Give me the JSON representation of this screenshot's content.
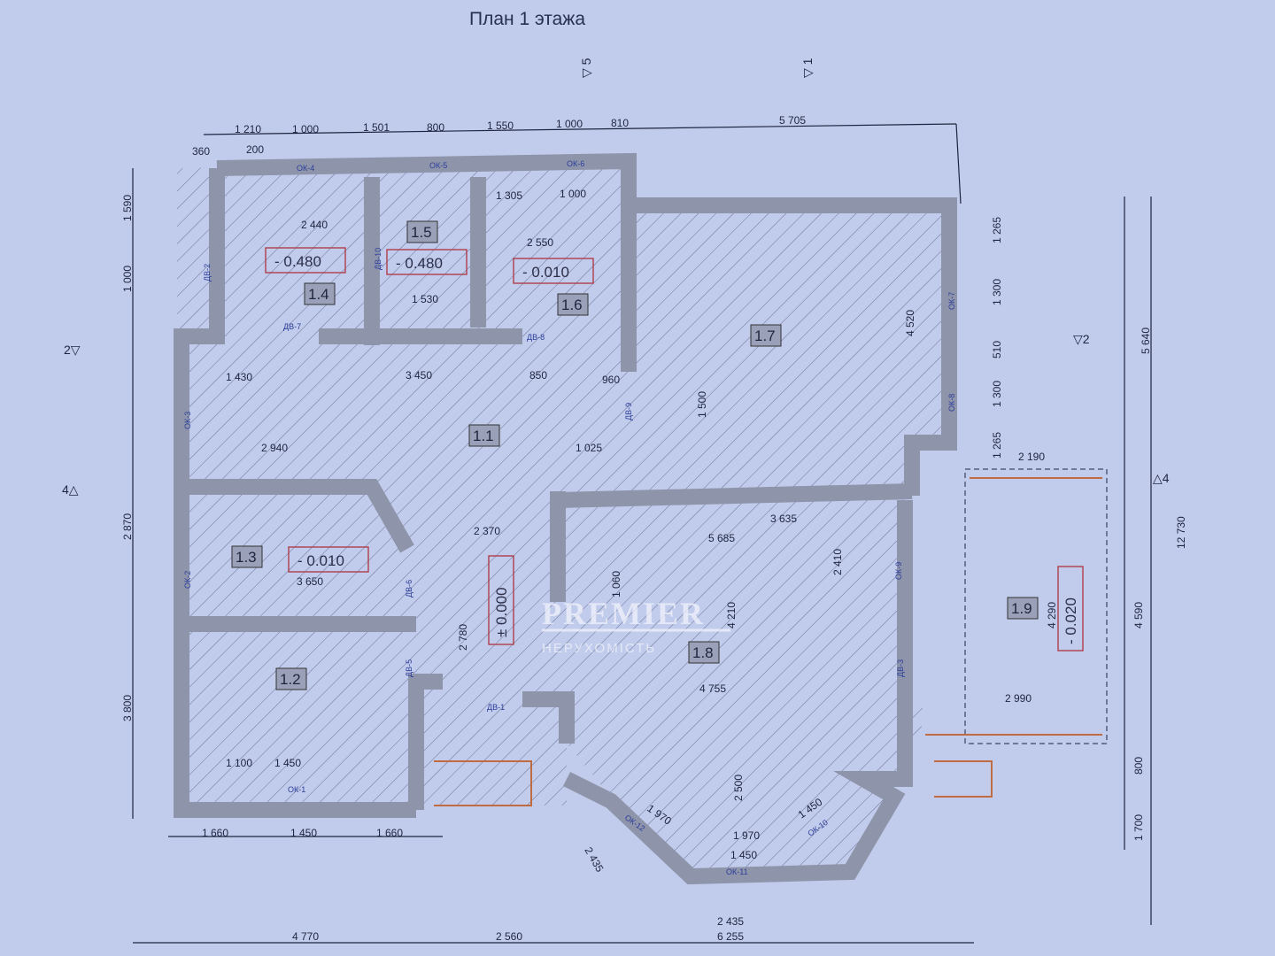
{
  "title": "План 1 этажа",
  "axis_markers": [
    "5",
    "1",
    "2",
    "2",
    "4",
    "4"
  ],
  "rooms": [
    "1.1",
    "1.2",
    "1.3",
    "1.4",
    "1.5",
    "1.6",
    "1.7",
    "1.8",
    "1.9"
  ],
  "levels": [
    "- 0.480",
    "- 0.480",
    "- 0.010",
    "- 0.010",
    "± 0.000",
    "- 0.020"
  ],
  "dims_top": [
    "1 210",
    "1 000",
    "1 501",
    "800",
    "1 550",
    "1 000",
    "810",
    "5 705",
    "360",
    "200"
  ],
  "dims_left": [
    "1 590",
    "1 000",
    "2 870",
    "3 800"
  ],
  "dims_right": [
    "1 265",
    "1 300",
    "510",
    "1 300",
    "1 265",
    "5 640",
    "4 590",
    "12 730",
    "800",
    "1 700"
  ],
  "dims_bottom": [
    "1 660",
    "1 450",
    "1 660",
    "4 770",
    "2 560",
    "6 255",
    "2 435",
    "2 435",
    "1 970",
    "1 450",
    "1 970",
    "1 450"
  ],
  "dims_inner": [
    "2 440",
    "2 550",
    "1 530",
    "3 450",
    "850",
    "960",
    "1 430",
    "2 940",
    "3 650",
    "3 635",
    "5 685",
    "4 755",
    "2 370",
    "4 520",
    "4 210",
    "2 500",
    "2 410",
    "2 190",
    "2 990",
    "4 290",
    "1 305",
    "1 000",
    "1 025",
    "1 500",
    "1 060",
    "2 780",
    "1 100",
    "1 450"
  ],
  "tags": [
    "ОК-1",
    "ОК-2",
    "ОК-3",
    "ОК-4",
    "ОК-5",
    "ОК-6",
    "ОК-7",
    "ОК-8",
    "ОК-9",
    "ОК-10",
    "ОК-11",
    "ОК-12",
    "ДВ-1",
    "ДВ-2",
    "ДВ-3",
    "ДВ-5",
    "ДВ-6",
    "ДВ-7",
    "ДВ-8",
    "ДВ-9",
    "ДВ-10"
  ],
  "watermark": {
    "brand": "PREMIER",
    "sub": "НЕРУХОМІСТЬ"
  },
  "colors": {
    "paper": "#c1cbeb",
    "wall": "#8e94aa",
    "ink": "#1e2540",
    "level_box": "#b0343f"
  }
}
